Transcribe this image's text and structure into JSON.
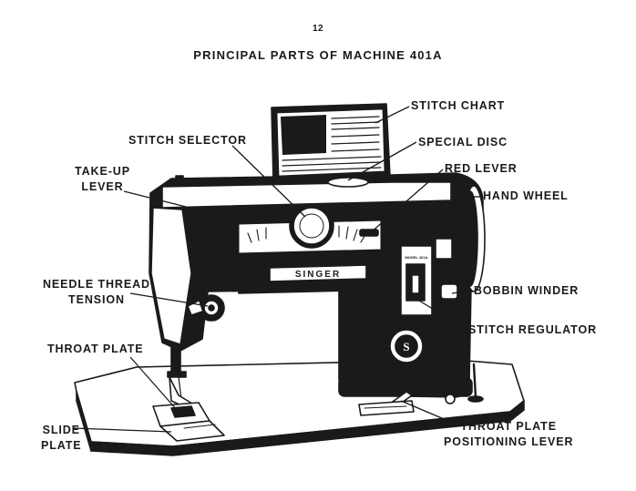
{
  "page": {
    "number": "12",
    "title": "PRINCIPAL PARTS OF MACHINE 401A"
  },
  "labels": {
    "stitch_chart": "STITCH CHART",
    "stitch_selector": "STITCH SELECTOR",
    "special_disc": "SPECIAL DISC",
    "take_up_lever": [
      "TAKE-UP",
      "LEVER"
    ],
    "red_lever": "RED LEVER",
    "hand_wheel": "HAND WHEEL",
    "needle_thread_tension": [
      "NEEDLE THREAD",
      "TENSION"
    ],
    "bobbin_winder": "BOBBIN WINDER",
    "stitch_regulator": "STITCH REGULATOR",
    "throat_plate": "THROAT PLATE",
    "slide_plate": [
      "SLIDE",
      "PLATE"
    ],
    "throat_plate_positioning_lever": [
      "THROAT PLATE",
      "POSITIONING LEVER"
    ]
  },
  "machine": {
    "nameplate": "SINGER",
    "model_badge": "MODEL 401A",
    "emblem_letter": "S"
  },
  "colors": {
    "ink": "#1a1a1a",
    "paper": "#ffffff"
  }
}
